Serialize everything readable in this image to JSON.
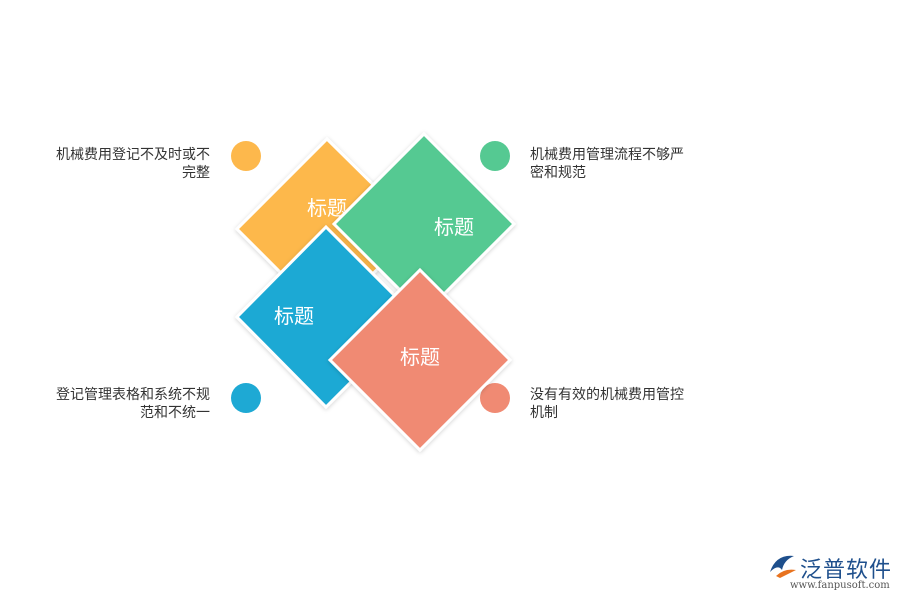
{
  "items": [
    {
      "key": "top-left",
      "label": "机械费用登记不及时或不\n完整",
      "box_label": "标题",
      "color": "#FDB84C"
    },
    {
      "key": "top-right",
      "label": "机械费用管理流程不够严\n密和规范",
      "box_label": "标题",
      "color": "#55C992"
    },
    {
      "key": "bottom-left",
      "label": "登记管理表格和系统不规\n范和不统一",
      "box_label": "标题",
      "color": "#1EA9D4"
    },
    {
      "key": "bottom-right",
      "label": "没有有效的机械费用管控\n机制",
      "box_label": "标题",
      "color": "#F08A73"
    }
  ],
  "logo": {
    "name": "泛普软件",
    "url": "www.fanpusoft.com"
  }
}
